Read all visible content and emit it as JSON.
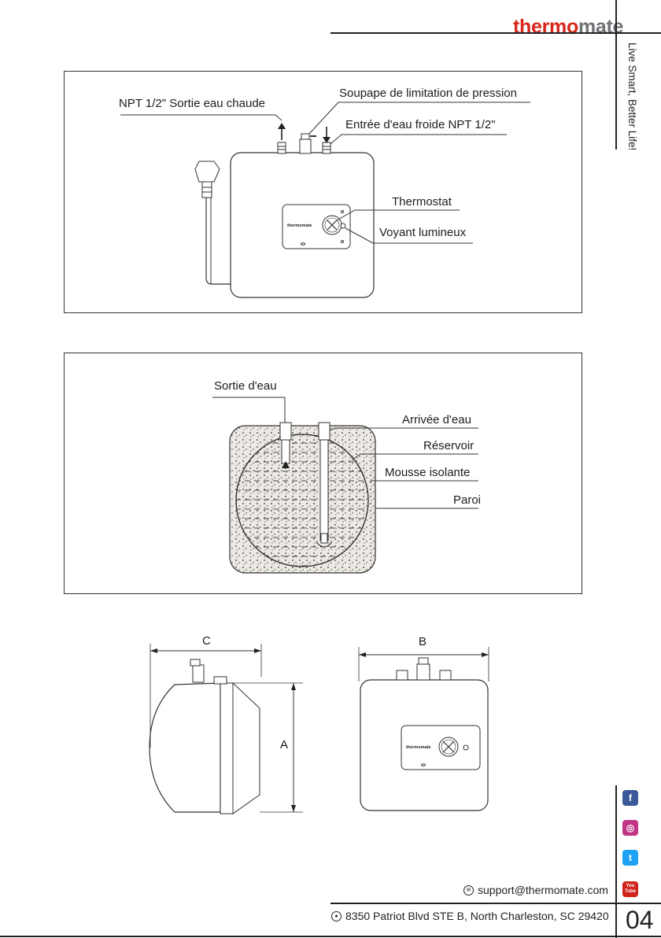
{
  "header": {
    "brand_part1": "thermo",
    "brand_part2": "mate",
    "tagline": "Live Smart, Better Life!"
  },
  "diagram1": {
    "hot_outlet": "NPT 1/2\" Sortie eau chaude",
    "pressure_valve": "Soupape de limitation de pression",
    "cold_inlet": "Entrée d'eau froide NPT 1/2\"",
    "thermostat": "Thermostat",
    "indicator_light": "Voyant lumineux",
    "brand_small": "thermomate"
  },
  "diagram2": {
    "water_outlet": "Sortie d'eau",
    "water_inlet": "Arrivée d'eau",
    "tank": "Réservoir",
    "insulation": "Mousse isolante",
    "wall": "Paroi"
  },
  "diagram3": {
    "dim_c": "C",
    "dim_b": "B",
    "dim_a": "A",
    "brand_small": "thermomate"
  },
  "footer": {
    "email": "support@thermomate.com",
    "address": "8350 Patriot Blvd STE B, North Charleston, SC 29420",
    "page_number": "04"
  },
  "social": {
    "facebook": "f",
    "instagram": "◎",
    "twitter": "t",
    "youtube": "You Tube"
  },
  "colors": {
    "brand_red": "#d8261c",
    "brand_gray": "#6f7275",
    "facebook": "#3b5998",
    "instagram": "#c13584",
    "twitter": "#1da1f2",
    "youtube": "#d0231a"
  }
}
